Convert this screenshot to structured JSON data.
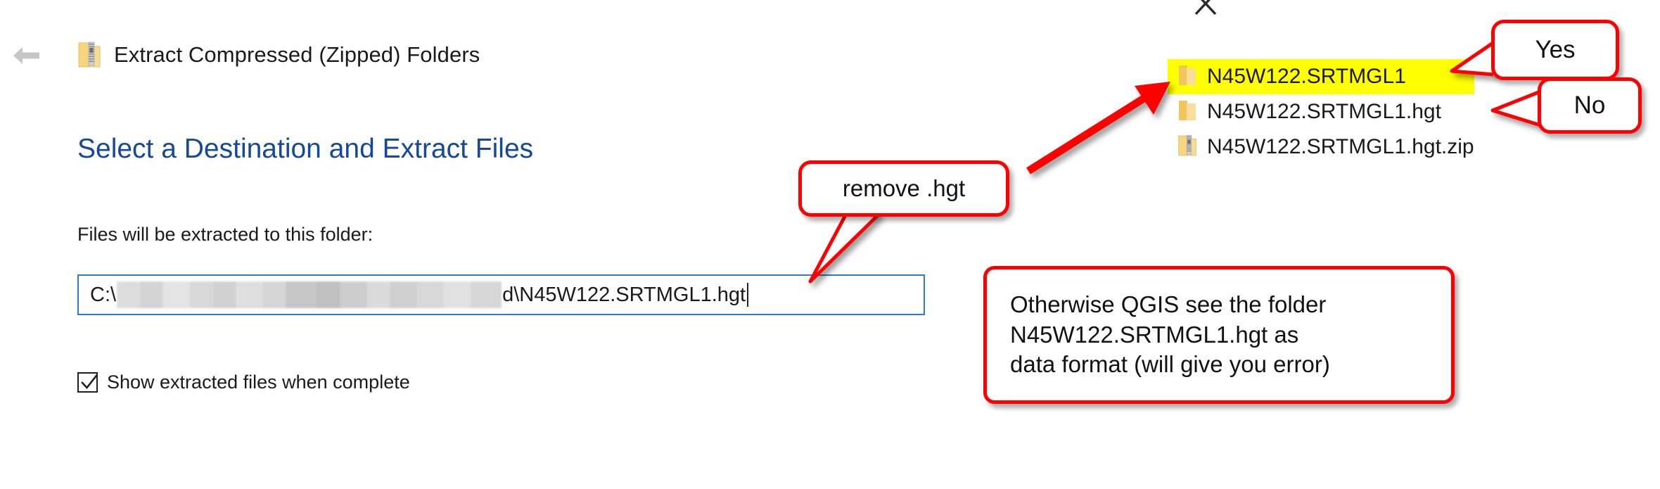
{
  "window": {
    "title": "Extract Compressed (Zipped) Folders",
    "back_icon": "back-arrow-icon",
    "title_icon": "zip-folder-icon",
    "close_icon": "close-x-icon"
  },
  "wizard": {
    "heading": "Select a Destination and Extract Files",
    "field_label": "Files will be extracted to this folder:",
    "path_prefix": "C:\\",
    "path_redacted": "██████████████",
    "path_suffix": "d\\N45W122.SRTMGL1.hgt",
    "checkbox_label": "Show extracted files when complete",
    "checkbox_checked": true,
    "checkbox_icon": "checkmark-icon"
  },
  "file_list": {
    "items": [
      {
        "name": "N45W122.SRTMGL1",
        "icon": "folder-icon",
        "highlighted": true
      },
      {
        "name": "N45W122.SRTMGL1.hgt",
        "icon": "folder-icon",
        "highlighted": false
      },
      {
        "name": "N45W122.SRTMGL1.hgt.zip",
        "icon": "zip-folder-icon",
        "highlighted": false
      }
    ]
  },
  "annotations": {
    "yes": "Yes",
    "no": "No",
    "remove": "remove .hgt",
    "note": "Otherwise QGIS see the folder\nN45W122.SRTMGL1.hgt as\ndata format (will give you error)",
    "arrow_icon": "red-arrow-icon"
  },
  "colors": {
    "heading_blue": "#14489e",
    "field_border_blue": "#2d7dc4",
    "highlight_yellow": "#ffff00",
    "annotation_red": "#ff0000",
    "folder_yellow": "#f7d372"
  }
}
